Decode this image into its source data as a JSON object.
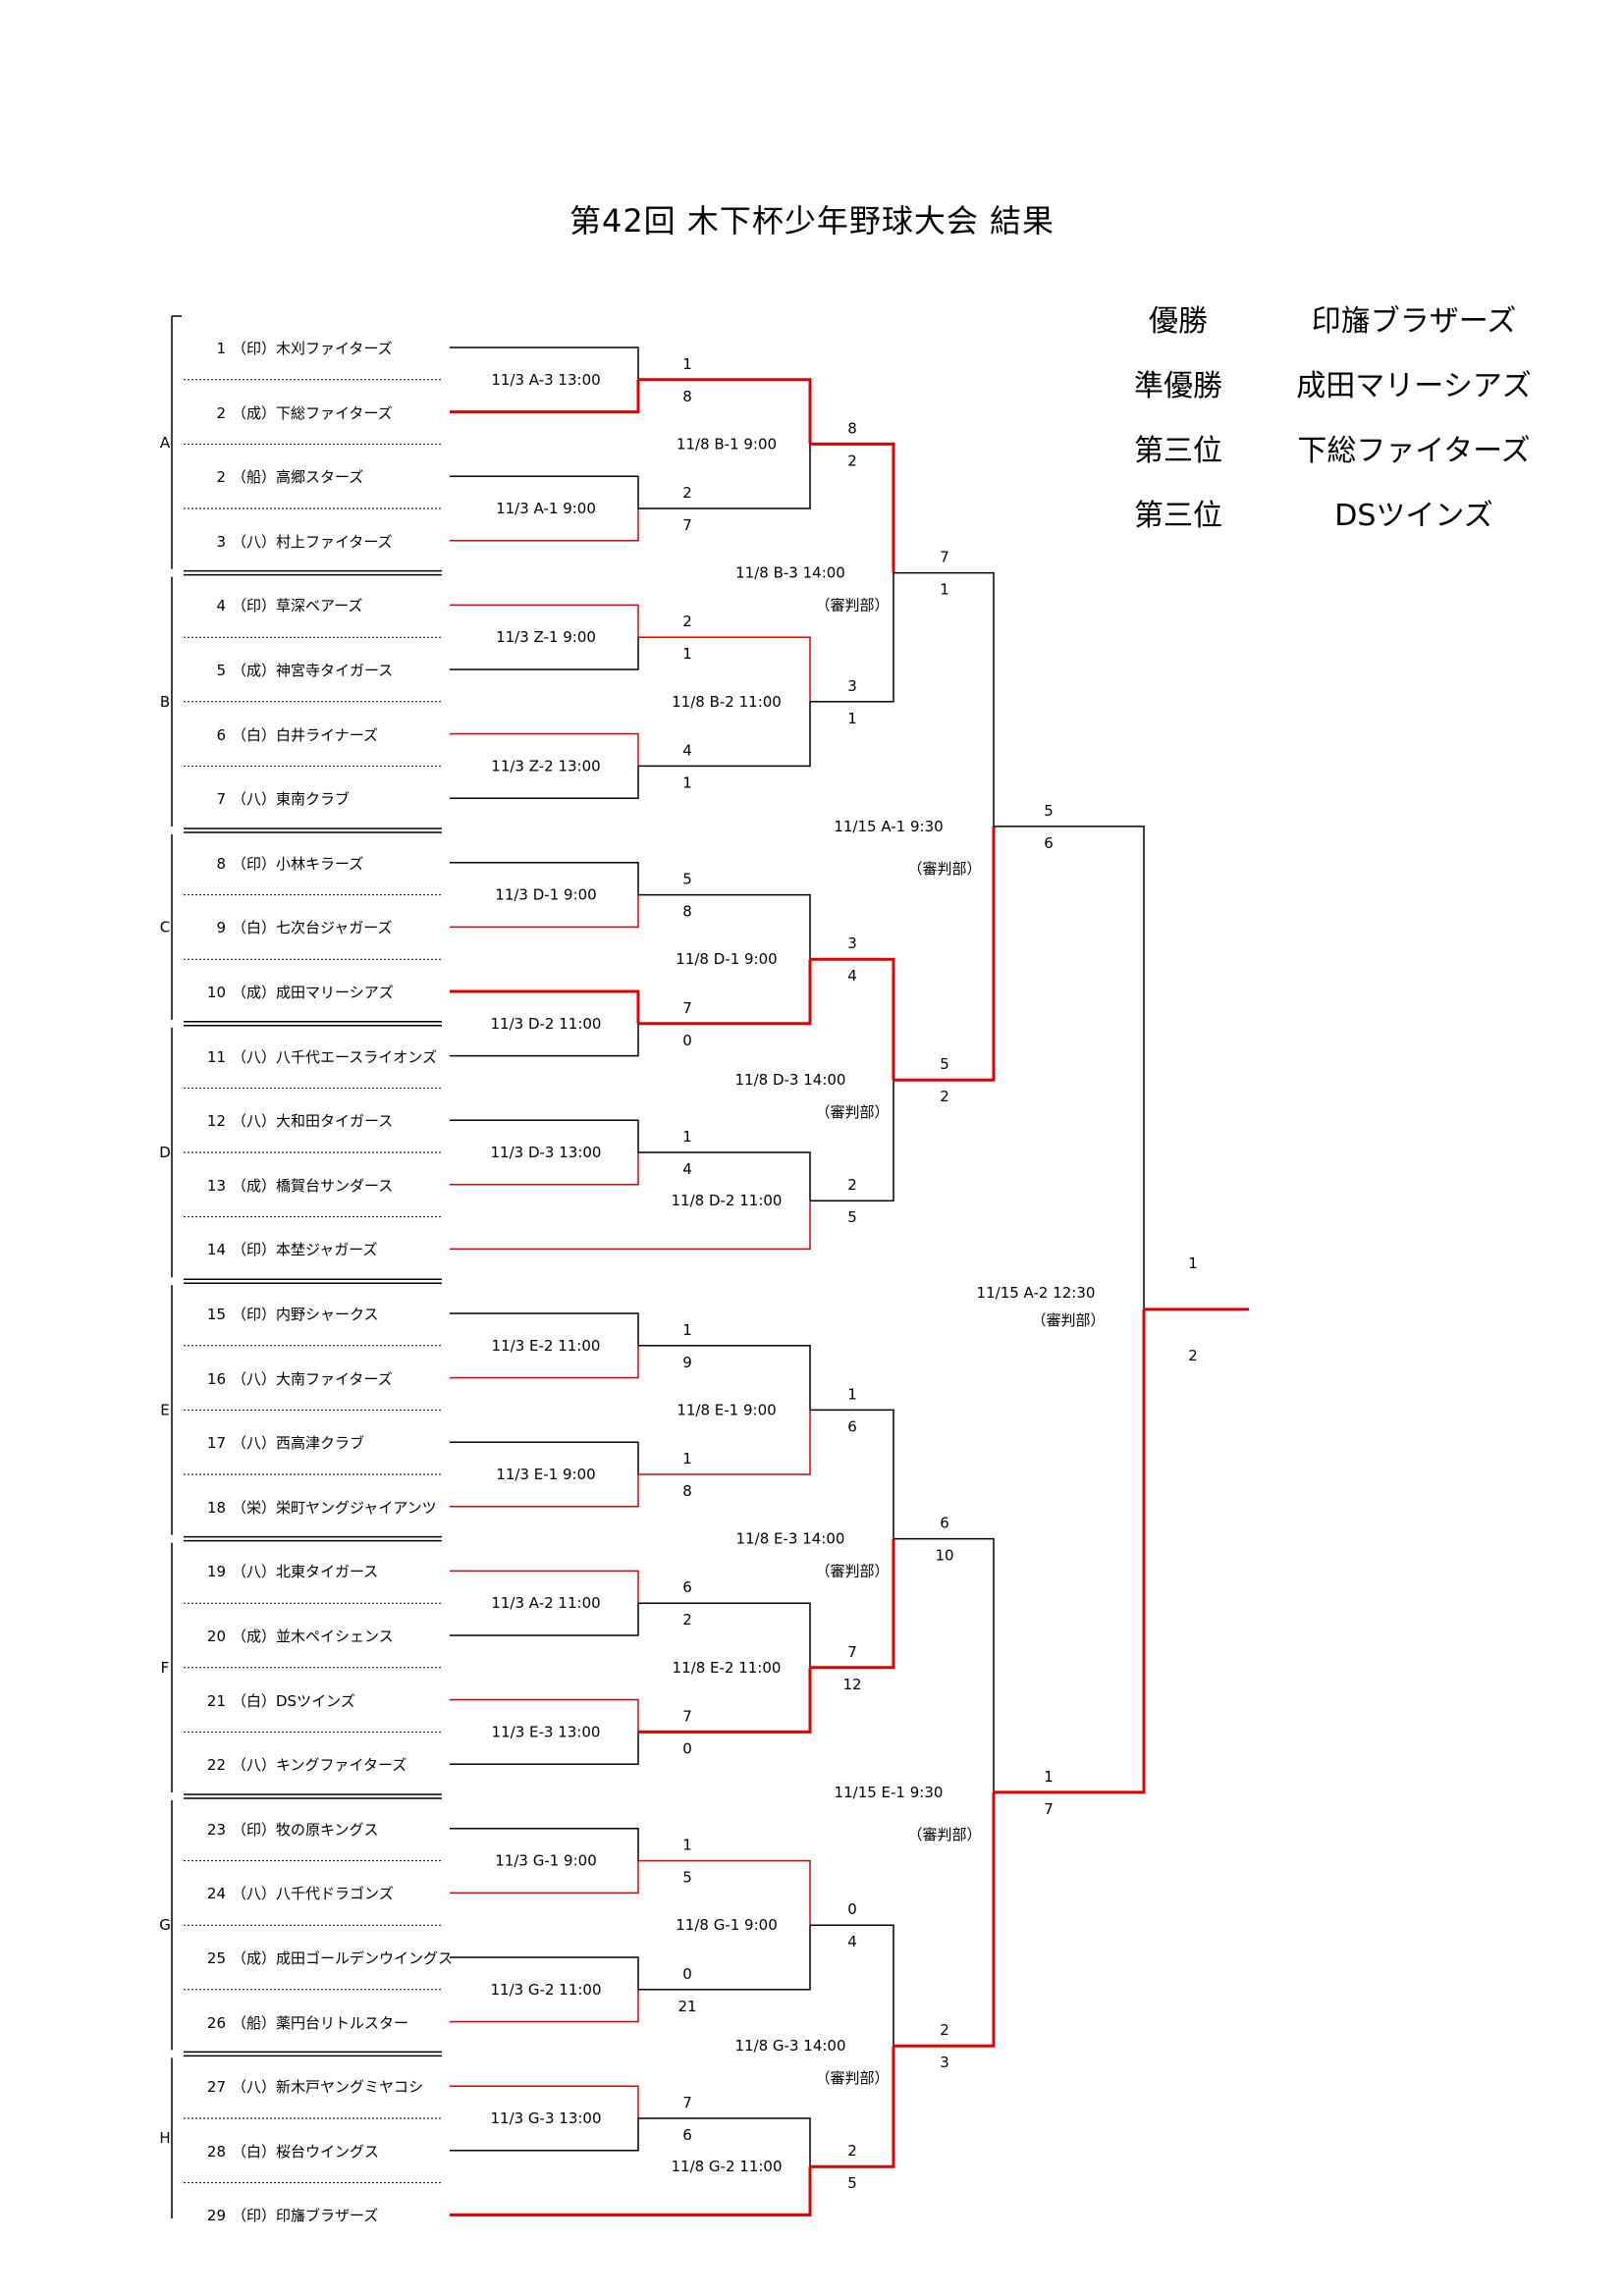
{
  "title": "第42回 木下杯少年野球大会 結果",
  "results": [
    {
      "label": "優勝",
      "team": "印旛ブラザーズ"
    },
    {
      "label": "準優勝",
      "team": "成田マリーシアズ"
    },
    {
      "label": "第三位",
      "team": "下総ファイターズ"
    },
    {
      "label": "第三位",
      "team": "DSツインズ"
    }
  ],
  "groups": [
    "A",
    "B",
    "C",
    "D",
    "E",
    "F",
    "G",
    "H"
  ],
  "teams": [
    {
      "num": "1",
      "name": "（印）木刈ファイターズ"
    },
    {
      "num": "2",
      "name": "（成）下総ファイターズ"
    },
    {
      "num": "2",
      "name": "（船）高郷スターズ"
    },
    {
      "num": "3",
      "name": "（八）村上ファイターズ"
    },
    {
      "num": "4",
      "name": "（印）草深ベアーズ"
    },
    {
      "num": "5",
      "name": "（成）神宮寺タイガース"
    },
    {
      "num": "6",
      "name": "（白）白井ライナーズ"
    },
    {
      "num": "7",
      "name": "（八）東南クラブ"
    },
    {
      "num": "8",
      "name": "（印）小林キラーズ"
    },
    {
      "num": "9",
      "name": "（白）七次台ジャガーズ"
    },
    {
      "num": "10",
      "name": "（成）成田マリーシアズ"
    },
    {
      "num": "11",
      "name": "（八）八千代エースライオンズ"
    },
    {
      "num": "12",
      "name": "（八）大和田タイガース"
    },
    {
      "num": "13",
      "name": "（成）橋賀台サンダース"
    },
    {
      "num": "14",
      "name": "（印）本埜ジャガーズ"
    },
    {
      "num": "15",
      "name": "（印）内野シャークス"
    },
    {
      "num": "16",
      "name": "（八）大南ファイターズ"
    },
    {
      "num": "17",
      "name": "（八）西高津クラブ"
    },
    {
      "num": "18",
      "name": "（栄）栄町ヤングジャイアンツ"
    },
    {
      "num": "19",
      "name": "（八）北東タイガース"
    },
    {
      "num": "20",
      "name": "（成）並木ペイシェンス"
    },
    {
      "num": "21",
      "name": "（白）DSツインズ"
    },
    {
      "num": "22",
      "name": "（八）キングファイターズ"
    },
    {
      "num": "23",
      "name": "（印）牧の原キングス"
    },
    {
      "num": "24",
      "name": "（八）八千代ドラゴンズ"
    },
    {
      "num": "25",
      "name": "（成）成田ゴールデンウイングス"
    },
    {
      "num": "26",
      "name": "（船）薬円台リトルスター"
    },
    {
      "num": "27",
      "name": "（八）新木戸ヤングミヤコシ"
    },
    {
      "num": "28",
      "name": "（白）桜台ウイングス"
    },
    {
      "num": "29",
      "name": "（印）印旛ブラザーズ"
    }
  ],
  "matches": {
    "r1": [
      {
        "label": "11/3 A-3 13:00",
        "top": "1",
        "bot": "8"
      },
      {
        "label": "11/3 A-1 9:00",
        "top": "2",
        "bot": "7"
      },
      {
        "label": "11/3 Z-1 9:00",
        "top": "2",
        "bot": "1"
      },
      {
        "label": "11/3 Z-2 13:00",
        "top": "4",
        "bot": "1"
      },
      {
        "label": "11/3 D-1 9:00",
        "top": "5",
        "bot": "8"
      },
      {
        "label": "11/3 D-2 11:00",
        "top": "7",
        "bot": "0"
      },
      {
        "label": "11/3 D-3 13:00",
        "top": "1",
        "bot": "4"
      },
      {
        "label": "11/3 E-2 11:00",
        "top": "1",
        "bot": "9"
      },
      {
        "label": "11/3 E-1 9:00",
        "top": "1",
        "bot": "8"
      },
      {
        "label": "11/3 A-2 11:00",
        "top": "6",
        "bot": "2"
      },
      {
        "label": "11/3 E-3 13:00",
        "top": "7",
        "bot": "0"
      },
      {
        "label": "11/3 G-1 9:00",
        "top": "1",
        "bot": "5"
      },
      {
        "label": "11/3 G-2 11:00",
        "top": "0",
        "bot": "21"
      },
      {
        "label": "11/3 G-3 13:00",
        "top": "7",
        "bot": "6"
      }
    ],
    "r2": [
      {
        "label": "11/8 B-1 9:00",
        "top": "8",
        "bot": "2"
      },
      {
        "label": "11/8 B-2 11:00",
        "top": "3",
        "bot": "1"
      },
      {
        "label": "11/8 D-1 9:00",
        "top": "3",
        "bot": "4"
      },
      {
        "label": "11/8 D-2 11:00",
        "top": "2",
        "bot": "5"
      },
      {
        "label": "11/8 E-1 9:00",
        "top": "1",
        "bot": "6"
      },
      {
        "label": "11/8 E-2 11:00",
        "top": "7",
        "bot": "12"
      },
      {
        "label": "11/8 G-1 9:00",
        "top": "0",
        "bot": "4"
      },
      {
        "label": "11/8 G-2 11:00",
        "top": "2",
        "bot": "5"
      }
    ],
    "r3": [
      {
        "label": "11/8 B-3 14:00",
        "note": "（審判部）",
        "top": "7",
        "bot": "1"
      },
      {
        "label": "11/8 D-3 14:00",
        "note": "（審判部）",
        "top": "5",
        "bot": "2"
      },
      {
        "label": "11/8 E-3 14:00",
        "note": "（審判部）",
        "top": "6",
        "bot": "10"
      },
      {
        "label": "11/8 G-3 14:00",
        "note": "（審判部）",
        "top": "2",
        "bot": "3"
      }
    ],
    "sf": [
      {
        "label": "11/15 A-1 9:30",
        "note": "（審判部）",
        "top": "5",
        "bot": "6"
      },
      {
        "label": "11/15 E-1 9:30",
        "note": "（審判部）",
        "top": "1",
        "bot": "7"
      }
    ],
    "final": {
      "label": "11/15 A-2 12:30",
      "note": "（審判部）",
      "top": "1",
      "bot": "2"
    }
  },
  "colors": {
    "win": "#e00000",
    "line": "#000000"
  }
}
